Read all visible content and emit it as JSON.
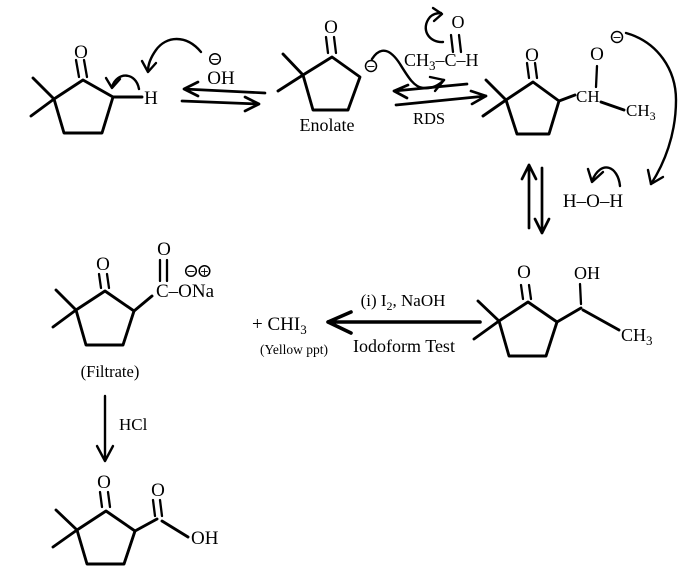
{
  "diagram_type": "aldol-iodoform reaction mechanism scheme",
  "colors": {
    "ink": "#000000",
    "background": "#ffffff"
  },
  "structures": {
    "ketone": {
      "carbonyl_o": "O",
      "alpha_h": "H"
    },
    "enolate": {
      "carbonyl_o": "O",
      "caption": "Enolate"
    },
    "acetaldehyde": {
      "o": "O",
      "formula_pre": "CH",
      "formula_sub": "3",
      "formula_post": "–C–H"
    },
    "alkoxide": {
      "carbonyl_o": "O",
      "alkoxide_o": "O",
      "ch": "CH",
      "ch3_pre": "CH",
      "ch3_sub": "3"
    },
    "aldol": {
      "carbonyl_o": "O",
      "oh": "OH",
      "ch3_pre": "CH",
      "ch3_sub": "3"
    },
    "carboxylate_salt": {
      "carbonyl_o": "O",
      "acyl_o": "O",
      "group": "C–ONa",
      "caption": "(Filtrate)"
    },
    "keto_acid": {
      "carbonyl_o": "O",
      "acyl_o": "O",
      "oh": "OH"
    }
  },
  "reagents_and_labels": {
    "hydroxide": "OH",
    "water": "H–O–H",
    "rds": "RDS",
    "iodoform_conditions_pre": "(i) I",
    "iodoform_conditions_sub": "2",
    "iodoform_conditions_post": ", NaOH",
    "iodoform_test": "Iodoform Test",
    "chi3_pre": "+ CHI",
    "chi3_sub": "3",
    "yellow_ppt": "(Yellow ppt)",
    "hcl": "HCl"
  },
  "symbols": {
    "minus": "−",
    "plus": "+"
  }
}
